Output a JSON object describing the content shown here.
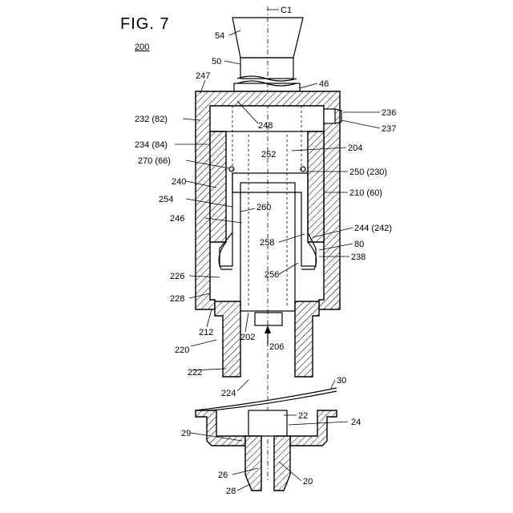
{
  "figure": {
    "title": "FIG. 7",
    "ref_number": "200",
    "axis_label": "C1"
  },
  "labels": {
    "l54": "54",
    "l50": "50",
    "l247": "247",
    "l46": "46",
    "l236": "236",
    "l237": "237",
    "l232": "232 (82)",
    "l248": "248",
    "l234": "234 (84)",
    "l204": "204",
    "l252": "252",
    "l270": "270 (66)",
    "l250": "250 (230)",
    "l240": "240",
    "l210": "210 (60)",
    "l254": "254",
    "l260": "260",
    "l246": "246",
    "l244": "244 (242)",
    "l258": "258",
    "l80": "80",
    "l238": "238",
    "l256": "256",
    "l226": "226",
    "l228": "228",
    "l212": "212",
    "l202": "202",
    "l206": "206",
    "l220": "220",
    "l222": "222",
    "l224": "224",
    "l30": "30",
    "l22": "22",
    "l24": "24",
    "l29": "29",
    "l26": "26",
    "l20": "20",
    "l28": "28"
  }
}
